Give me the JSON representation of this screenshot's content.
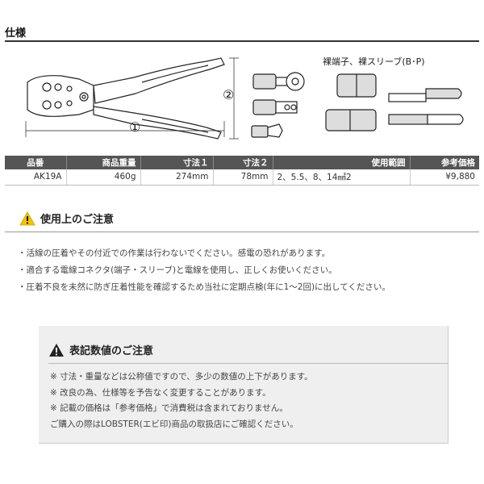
{
  "section": {
    "title": "仕様"
  },
  "figure": {
    "dim1": "①",
    "dim2": "②",
    "terminal_label": "裸端子、裸スリーブ(B･P)"
  },
  "spec_table": {
    "headers": [
      "品番",
      "商品重量",
      "寸法１",
      "寸法２",
      "使用範囲",
      "参考価格"
    ],
    "row": [
      "AK19A",
      "460g",
      "274mm",
      "78mm",
      "2、5.5、8、14㎟2",
      "¥9,880"
    ]
  },
  "usage_caution": {
    "icon": "warning-icon",
    "title": "使用上のご注意",
    "items": [
      "・活線の圧着やその付近での作業は行わないでください。感電の恐れがあります。",
      "・適合する電線コネクタ(端子・スリーブ)と電線を使用し、正しくお使いください。",
      "・圧着不良を未然に防ぎ圧着性能を確認するため当社に定期点検(年に1～2回)に出してください。"
    ]
  },
  "value_caution": {
    "icon": "warning-icon",
    "title": "表記数値のご注意",
    "items": [
      "※ 寸法・重量などは公称値ですので、多少の数値の上下があります。",
      "※ 改良の為、仕様等を予告なく変更することがあります。",
      "※ 記載の価格は「参考価格」で消費税は含まれておりません。",
      "ご購入の際はLOBSTER(エビ印)商品の取扱店にご確認ください。"
    ]
  },
  "colors": {
    "header_bg": "#555555",
    "note_bg": "#efefef",
    "warning_yellow": "#f5c400"
  }
}
